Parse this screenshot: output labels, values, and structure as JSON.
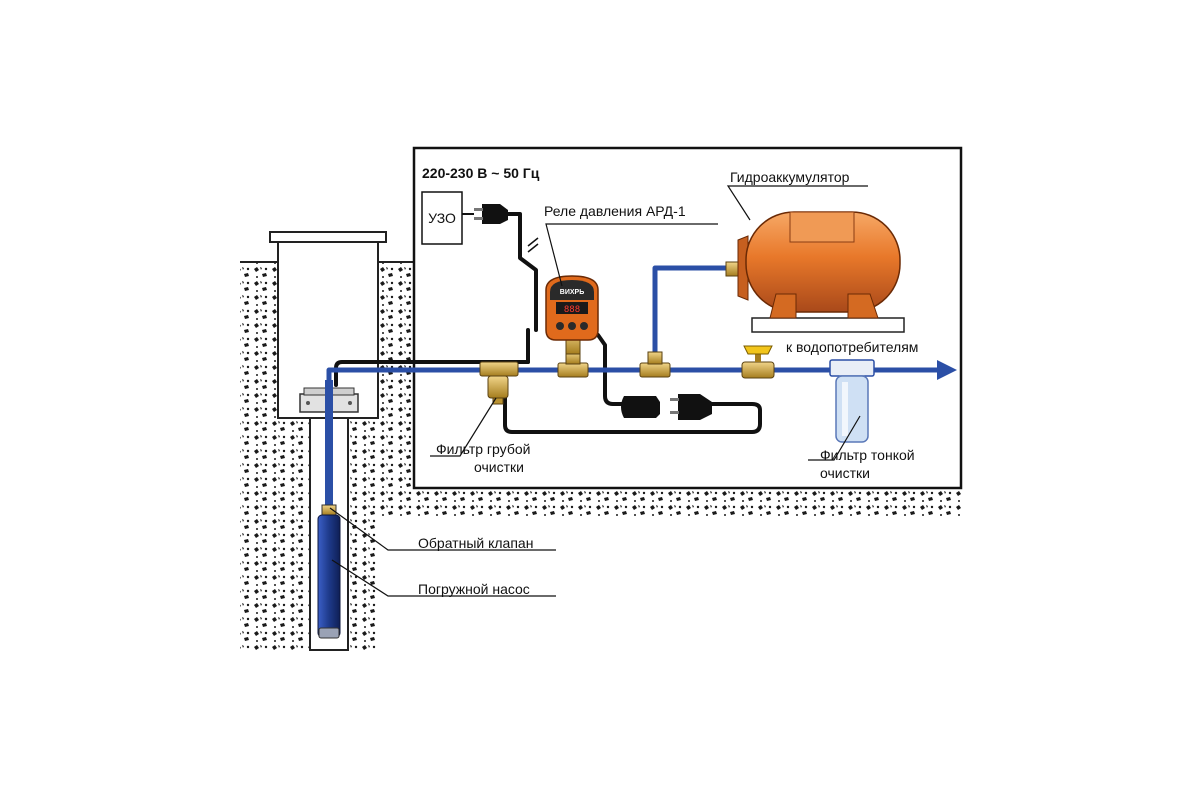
{
  "power": {
    "voltage": "220-230 В ~ 50 Гц",
    "rcd": "УЗО"
  },
  "labels": {
    "pressure_relay": "Реле давления АРД-1",
    "accumulator": "Гидроаккумулятор",
    "to_consumers": "к водопотребителям",
    "coarse_filter_line1": "Фильтр грубой",
    "coarse_filter_line2": "очистки",
    "fine_filter_line1": "Фильтр тонкой",
    "fine_filter_line2": "очистки",
    "check_valve": "Обратный клапан",
    "submersible_pump": "Погружной насос"
  },
  "relay_brand": "ВИХРЬ",
  "colors": {
    "water_pipe": "#2b4fa6",
    "cable": "#111111",
    "tank": "#e8782a",
    "relay_front": "#e06a1c",
    "brass": "#c9a23a",
    "filter_glass": "#cfe0f4",
    "pump": "#1e3a8a"
  }
}
